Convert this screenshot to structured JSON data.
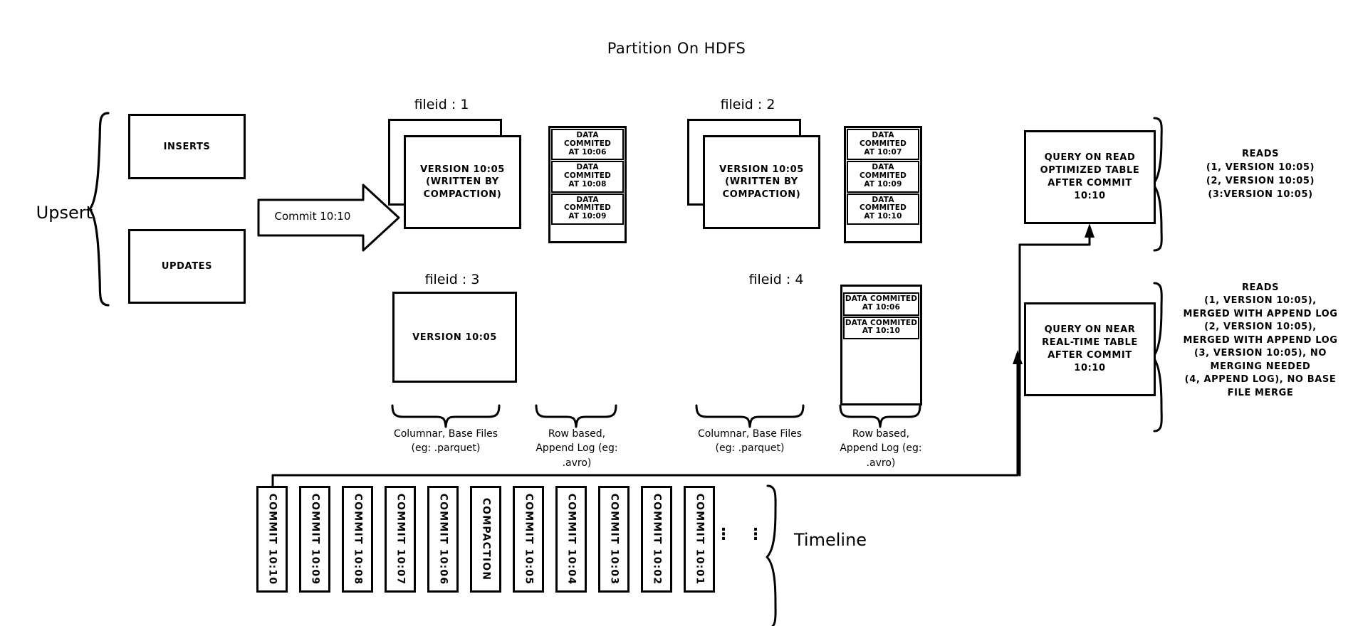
{
  "title": "Partition On HDFS",
  "left": {
    "upsert_label": "Upsert",
    "inserts_label": "INSERTS",
    "updates_label": "UPDATES",
    "commit_arrow_label": "Commit 10:10"
  },
  "file_groups": [
    {
      "fileid_label": "fileid : 1",
      "base_file": {
        "stacked": true,
        "label": "VERSION 10:05\n(WRITTEN BY\nCOMPACTION)"
      },
      "log_file": {
        "entries": [
          "DATA COMMITED\nAT 10:06",
          "DATA COMMITED\nAT 10:08",
          "DATA COMMITED\nAT 10:09"
        ]
      }
    },
    {
      "fileid_label": "fileid : 2",
      "base_file": {
        "stacked": true,
        "label": "VERSION 10:05\n(WRITTEN BY\nCOMPACTION)"
      },
      "log_file": {
        "entries": [
          "DATA COMMITED\nAT 10:07",
          "DATA COMMITED\nAT 10:09",
          "DATA COMMITED\nAT 10:10"
        ]
      }
    },
    {
      "fileid_label": "fileid : 3",
      "base_file": {
        "stacked": false,
        "label": "VERSION 10:05"
      },
      "log_file": null
    },
    {
      "fileid_label": "fileid : 4",
      "base_file": null,
      "log_file": {
        "entries": [
          "DATA COMMITED\nAT 10:06",
          "DATA COMMITED\nAT 10:10"
        ]
      }
    }
  ],
  "captions": {
    "base_files": "Columnar, Base Files\n(eg: .parquet)",
    "append_log": "Row based,\nAppend Log  (eg:\n.avro)"
  },
  "queries": [
    {
      "label": "QUERY ON READ\nOPTIMIZED TABLE\nAFTER COMMIT\n10:10",
      "reads": "READS\n(1, VERSION 10:05)\n(2, VERSION 10:05)\n(3:VERSION 10:05)"
    },
    {
      "label": "QUERY ON NEAR\nREAL-TIME TABLE\nAFTER COMMIT\n10:10",
      "reads": "READS\n(1, VERSION 10:05),\nMERGED WITH APPEND LOG\n(2, VERSION 10:05),\nMERGED WITH APPEND LOG\n(3, VERSION 10:05), NO\nMERGING NEEDED\n(4, APPEND LOG), NO BASE\nFILE MERGE"
    }
  ],
  "timeline": {
    "label": "Timeline",
    "ellipsis": "⋮",
    "cells": [
      "COMMIT  10:10",
      "COMMIT  10:09",
      "COMMIT  10:08",
      "COMMIT  10:07",
      "COMMIT  10:06",
      "COMPACTION",
      "COMMIT  10:05",
      "COMMIT  10:04",
      "COMMIT  10:03",
      "COMMIT  10:02",
      "COMMIT  10:01"
    ]
  },
  "colors": {
    "stroke": "#000000",
    "background": "#ffffff"
  }
}
